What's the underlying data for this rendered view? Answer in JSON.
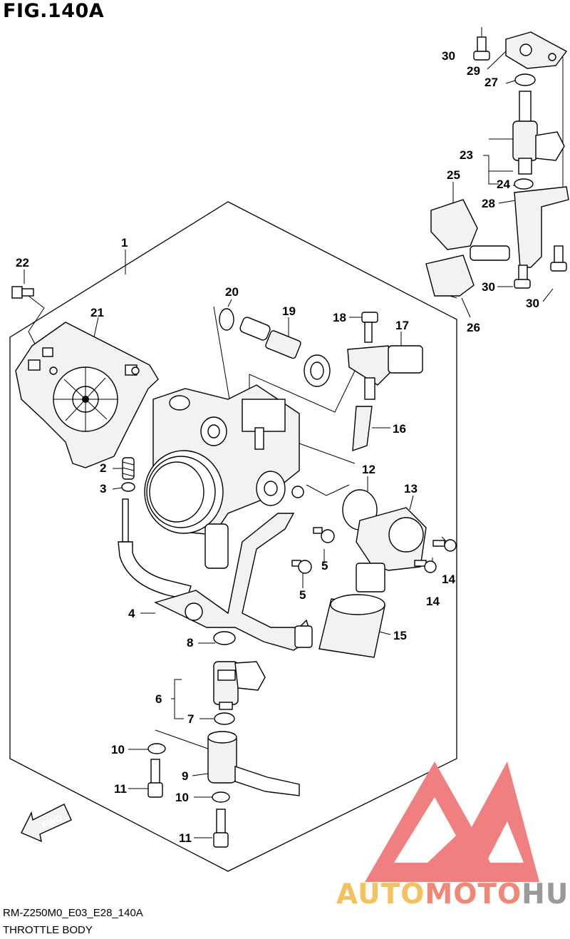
{
  "figure": {
    "title": "FIG.140A"
  },
  "drawing_code": "RM-Z250M0_E03_E28_140A",
  "caption": "THROTTLE BODY",
  "fwd_label": "FWD",
  "watermark": {
    "text_a": "AUTO",
    "text_b": "MOTO",
    "text_c": "HUB",
    "colors": {
      "a": "#f5c060",
      "b": "#f08878",
      "c": "#9a9a9a",
      "logo": "#f07f7f"
    }
  },
  "callouts": {
    "c1": "1",
    "c2": "2",
    "c3": "3",
    "c4": "4",
    "c5a": "5",
    "c5b": "5",
    "c6": "6",
    "c7": "7",
    "c8": "8",
    "c9": "9",
    "c10a": "10",
    "c10b": "10",
    "c11a": "11",
    "c11b": "11",
    "c12": "12",
    "c13": "13",
    "c14a": "14",
    "c14b": "14",
    "c15": "15",
    "c16": "16",
    "c17": "17",
    "c18": "18",
    "c19": "19",
    "c20": "20",
    "c21": "21",
    "c22": "22",
    "c23": "23",
    "c24": "24",
    "c25": "25",
    "c26": "26",
    "c27": "27",
    "c28": "28",
    "c29": "29",
    "c30a": "30",
    "c30b": "30",
    "c30c": "30"
  }
}
